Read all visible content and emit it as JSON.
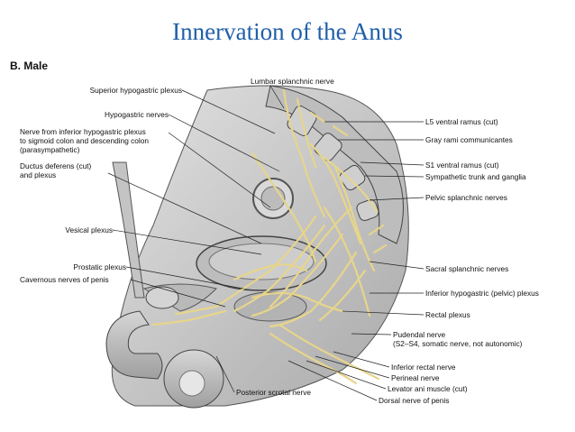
{
  "title": "Innervation of the Anus",
  "panel_label": "B. Male",
  "labels_left": [
    "Superior hypogastric plexus",
    "Hypogastric nerves",
    "Nerve from inferior hypogastric plexus",
    "to sigmoid colon and descending colon",
    "(parasympathetic)",
    "Ductus deferens (cut)",
    "and plexus",
    "Vesical plexus",
    "Prostatic plexus",
    "Cavernous nerves of penis"
  ],
  "labels_top": [
    "Lumbar splanchnic nerve"
  ],
  "labels_right": [
    "L5 ventral ramus (cut)",
    "Gray rami communicantes",
    "S1 ventral ramus (cut)",
    "Sympathetic trunk and ganglia",
    "Pelvic splanchnic nerves",
    "Sacral splanchnic nerves",
    "Inferior hypogastric (pelvic) plexus",
    "Rectal plexus",
    "Pudendal nerve",
    "(S2–S4, somatic nerve, not autonomic)",
    "Inferior rectal nerve",
    "Perineal nerve",
    "Levator ani muscle (cut)",
    "Dorsal nerve of penis"
  ],
  "labels_bottom": [
    "Posterior scrotal nerve"
  ],
  "colors": {
    "title": "#1f5fa8",
    "nerve": "#e7d58a",
    "tissue": "#c9c9c9"
  }
}
